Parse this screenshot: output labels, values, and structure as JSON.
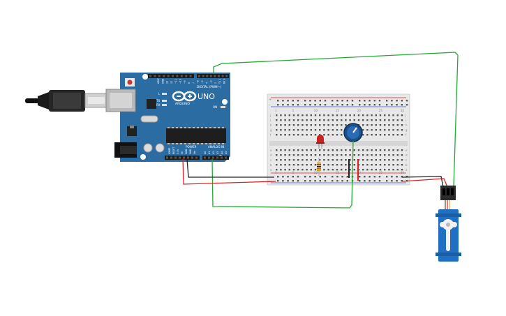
{
  "arduino": {
    "logo_text": "UNO",
    "brand_text": "ARDUINO",
    "digital_label": "DIGITAL (PWM~)",
    "power_label": "POWER",
    "analog_label": "ANALOG IN",
    "tx_label": "TX",
    "rx_label": "RX",
    "l_label": "L",
    "on_label": "ON",
    "board_color": "#2b6ca3",
    "digital_pins": [
      "AREF",
      "GND",
      "13",
      "12",
      "~11",
      "~10",
      "~9",
      "8",
      "7",
      "~6",
      "~5",
      "4",
      "~3",
      "2",
      "TX 1",
      "RX 0"
    ],
    "power_pins": [
      "IOREF",
      "RESET",
      "3.3V",
      "5V",
      "GND",
      "GND",
      "Vin"
    ],
    "analog_pins": [
      "A0",
      "A1",
      "A2",
      "A3",
      "A4",
      "A5"
    ]
  },
  "breadboard": {
    "column_numbers": [
      "1",
      "5",
      "10",
      "15",
      "20",
      "25",
      "30"
    ],
    "row_letters_top": [
      "j",
      "i",
      "h",
      "g",
      "f"
    ],
    "row_letters_bottom": [
      "e",
      "d",
      "c",
      "b",
      "a"
    ],
    "rail_plus": "+",
    "rail_minus": "-"
  },
  "colors": {
    "wire_green": "#22aa33",
    "wire_red": "#dd2222",
    "wire_black": "#222222",
    "servo_blue": "#1f6fc4",
    "led_red": "#cc2222",
    "pot_blue": "#1b4f8a"
  }
}
